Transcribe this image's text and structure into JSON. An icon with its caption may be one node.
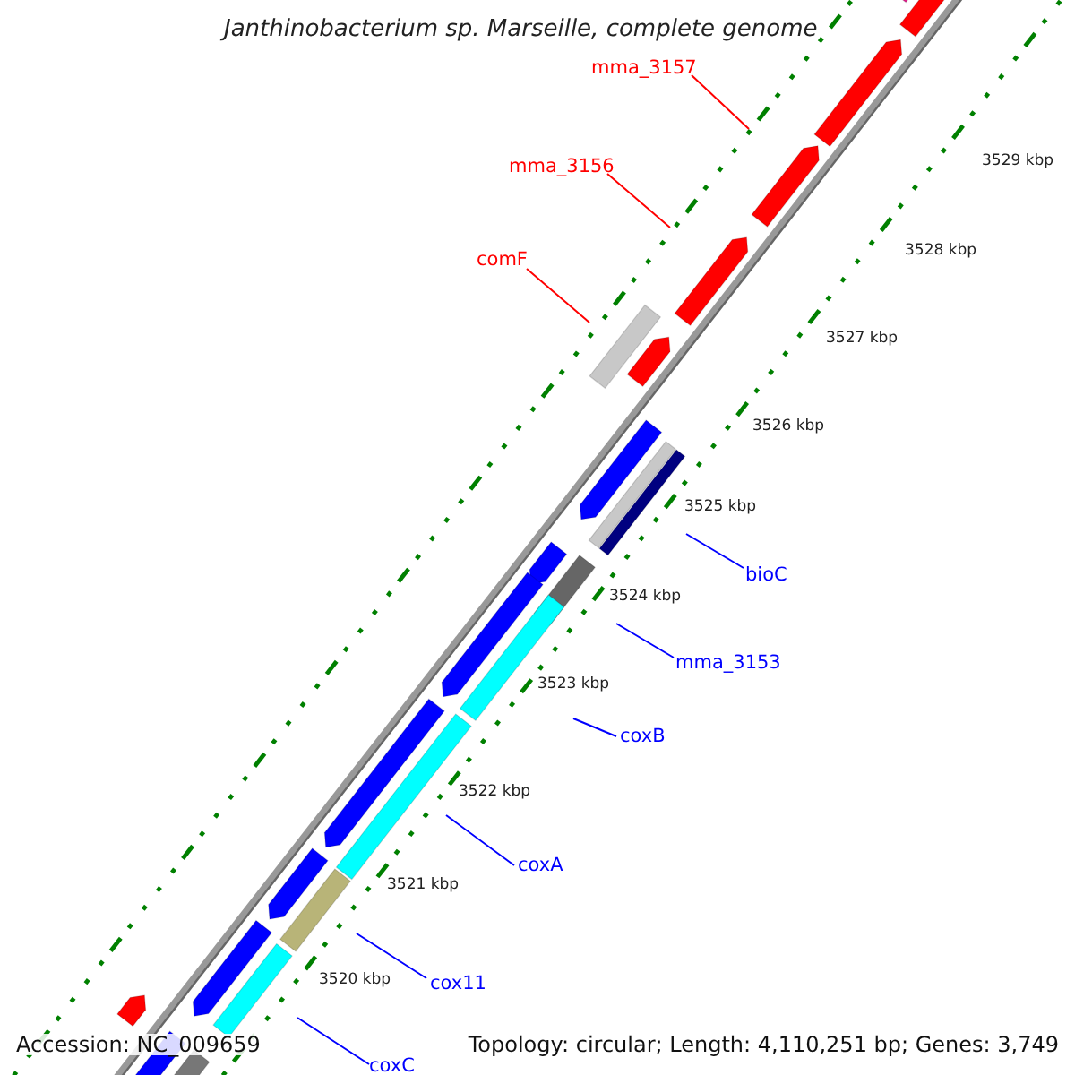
{
  "diagram": {
    "title": "Janthinobacterium sp. Marseille, complete genome",
    "nodes": [
      {
        "text": [
          "mma_3157"
        ]
      },
      {
        "text": [
          "mma_3156"
        ]
      },
      {
        "text": [
          "comF"
        ]
      },
      {
        "text": [
          "bioC"
        ]
      },
      {
        "text": [
          "mma_3153"
        ]
      },
      {
        "text": [
          "coxB"
        ]
      },
      {
        "text": [
          "coxA"
        ]
      },
      {
        "text": [
          "cox11"
        ]
      },
      {
        "text": [
          "coxC"
        ]
      }
    ],
    "edges": [
      {
        "from": 0,
        "to": null,
        "arrow": "none",
        "color": "#ff0000"
      },
      {
        "from": 1,
        "to": null,
        "arrow": "none",
        "color": "#ff0000"
      },
      {
        "from": 2,
        "to": null,
        "arrow": "none",
        "color": "#ff0000"
      },
      {
        "from": 3,
        "to": null,
        "arrow": "none"
      },
      {
        "from": 4,
        "to": null,
        "arrow": "none"
      },
      {
        "from": 5,
        "to": null,
        "arrow": "none"
      },
      {
        "from": 6,
        "to": null,
        "arrow": "none"
      },
      {
        "from": 7,
        "to": null,
        "arrow": "none"
      },
      {
        "from": 8,
        "to": null,
        "arrow": "none"
      }
    ],
    "labels": [
      "3529 kbp",
      "3528 kbp",
      "3527 kbp",
      "3526 kbp",
      "3525 kbp",
      "3524 kbp",
      "3523 kbp",
      "3522 kbp",
      "3521 kbp",
      "3520 kbp",
      "Accession: NC_009659",
      "Topology: circular; Length: 4,110,251 bp; Genes: 3,749"
    ]
  }
}
